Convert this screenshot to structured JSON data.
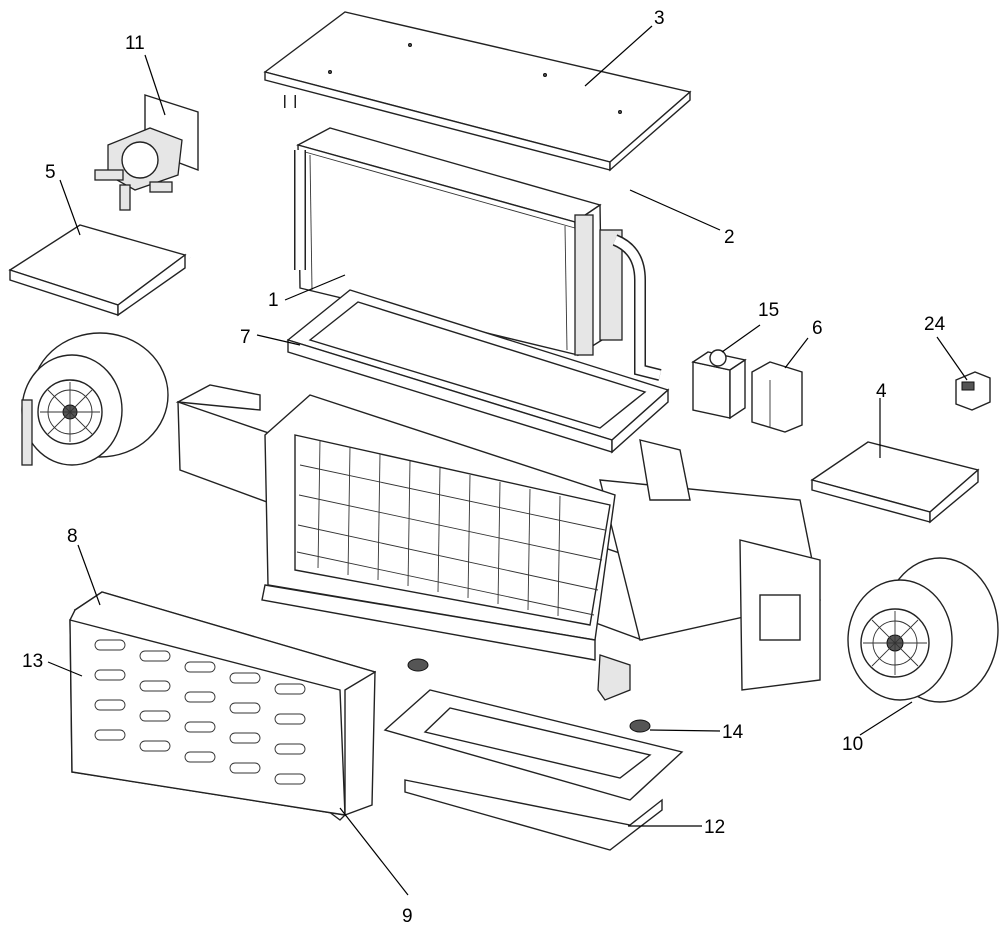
{
  "callouts": {
    "c1": "1",
    "c2": "2",
    "c3": "3",
    "c4": "4",
    "c5": "5",
    "c6": "6",
    "c7": "7",
    "c8": "8",
    "c9": "9",
    "c10": "10",
    "c11": "11",
    "c12": "12",
    "c13": "13",
    "c14": "14",
    "c15": "15",
    "c24": "24"
  }
}
